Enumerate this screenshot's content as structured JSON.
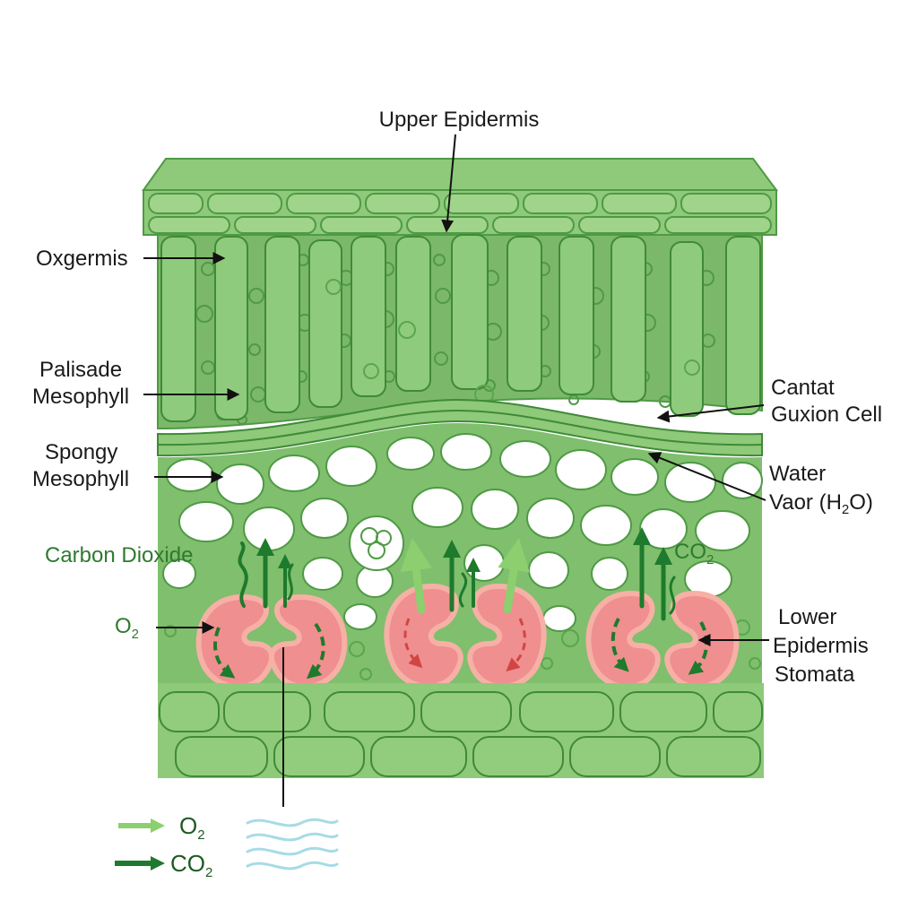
{
  "labels": {
    "upper_epidermis": "Upper Epidermis",
    "oxgermis": "Oxgermis",
    "palisade_line1": "Palisade",
    "palisade_line2": "Mesophyll",
    "spongy_line1": "Spongy",
    "spongy_line2": "Mesophyll",
    "cantat_line1": "Cantat",
    "cantat_line2": "Guxion Cell",
    "water_line1": "Water",
    "water_line2_prefix": "Vaor (H",
    "water_line2_sub": "2",
    "water_line2_suffix": "O)",
    "carbon_dioxide": "Carbon Dioxide",
    "co2_main": "CO",
    "co2_sub": "2",
    "o2_main": "O",
    "o2_sub": "2",
    "lower_line1": "Lower",
    "lower_line2": "Epidermis",
    "lower_line3": "Stomata"
  },
  "legend": {
    "o2_main": "O",
    "o2_sub": "2",
    "co2_main": "CO",
    "co2_sub": "2"
  },
  "colors": {
    "cell_fill": "#8fc97a",
    "cell_stroke": "#4f9a45",
    "guard_cell": "#ef8f8f",
    "light_arrow": "#8ccf6f",
    "dark_arrow": "#1e7a2c",
    "water": "#a6dbe6"
  }
}
